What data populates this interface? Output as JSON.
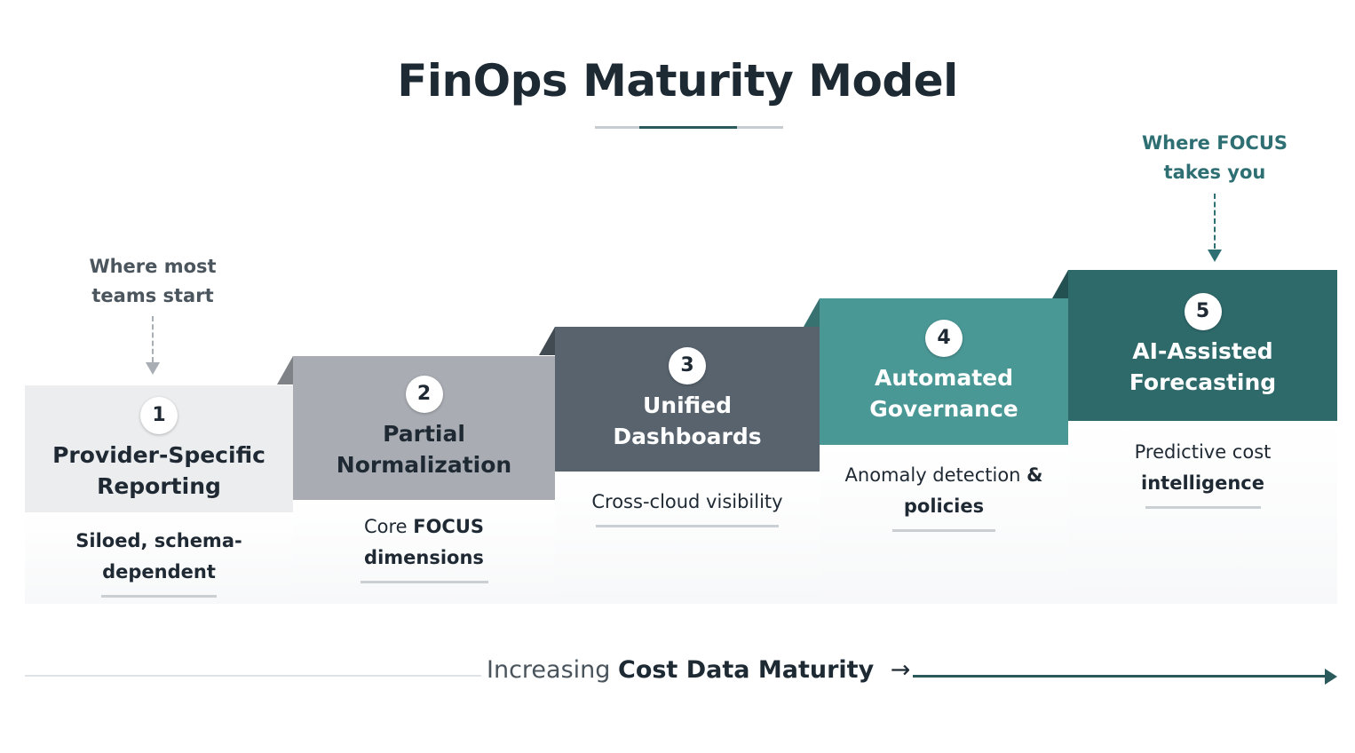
{
  "title": "FinOps Maturity Model",
  "callouts": {
    "start": "Where most teams start",
    "focus": "Where FOCUS takes you"
  },
  "steps": [
    {
      "number": "1",
      "title": "Provider-Specific Reporting",
      "desc_regular": "",
      "desc_bold": "Siloed, schema-dependent",
      "color": "#ecedee",
      "text_color": "#1f2933"
    },
    {
      "number": "2",
      "title": "Partial Normalization",
      "desc_regular": "Core ",
      "desc_bold": "FOCUS dimensions",
      "color": "#a9adb3",
      "text_color": "#1f2933"
    },
    {
      "number": "3",
      "title": "Unified Dashboards",
      "desc_regular": "Cross-cloud visibility",
      "desc_bold": "",
      "color": "#58636e",
      "text_color": "#ffffff"
    },
    {
      "number": "4",
      "title": "Automated Governance",
      "desc_regular": "Anomaly detection ",
      "desc_bold": "& policies",
      "color": "#4a9896",
      "text_color": "#ffffff"
    },
    {
      "number": "5",
      "title": "AI-Assisted Forecasting",
      "desc_regular": "Predictive cost ",
      "desc_bold": "intelligence",
      "color": "#2f6a6b",
      "text_color": "#ffffff"
    }
  ],
  "axis": {
    "label_regular": "Increasing ",
    "label_bold": "Cost Data Maturity",
    "arrow_glyph": "→"
  }
}
